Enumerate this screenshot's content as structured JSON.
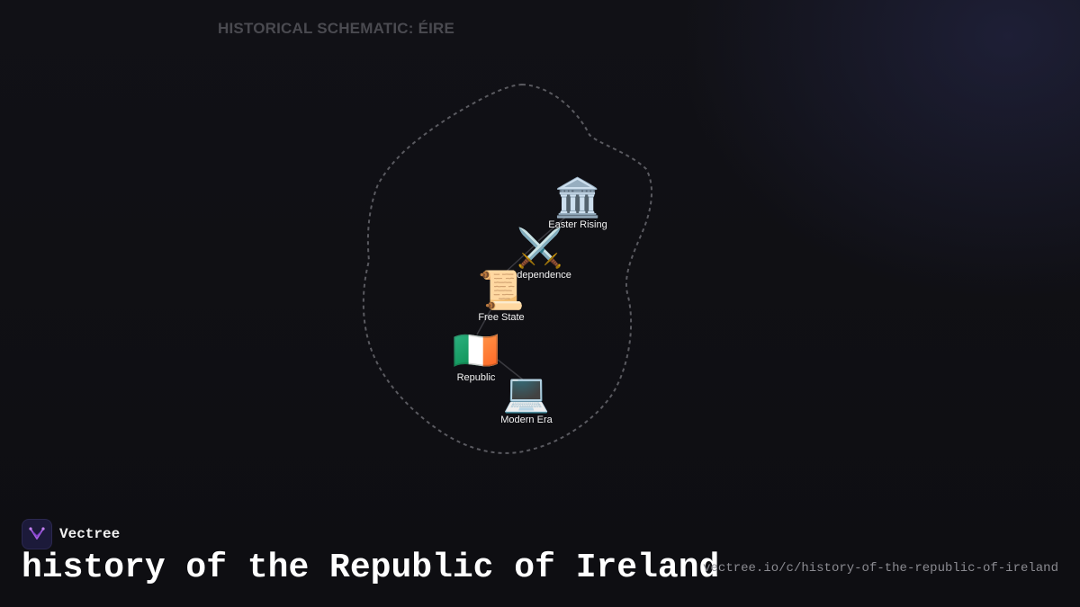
{
  "header": {
    "schematic_title": "HISTORICAL SCHEMATIC: ÉIRE"
  },
  "diagram": {
    "nodes": [
      {
        "id": "easter-rising",
        "label": "Easter Rising",
        "icon": "classical-building-icon",
        "glyph": "🏛️"
      },
      {
        "id": "independence",
        "label": "Independence",
        "icon": "crossed-swords-icon",
        "glyph": "⚔️"
      },
      {
        "id": "free-state",
        "label": "Free State",
        "icon": "scroll-icon",
        "glyph": "📜"
      },
      {
        "id": "republic",
        "label": "Republic",
        "icon": "ireland-flag-icon",
        "glyph": "🇮🇪"
      },
      {
        "id": "modern-era",
        "label": "Modern Era",
        "icon": "laptop-icon",
        "glyph": "💻"
      }
    ],
    "edges": [
      [
        "easter-rising",
        "independence"
      ],
      [
        "independence",
        "free-state"
      ],
      [
        "free-state",
        "republic"
      ],
      [
        "republic",
        "modern-era"
      ]
    ],
    "colors": {
      "outline": "#5a5a60",
      "edge": "#3a3a40",
      "label": "#f2f2f2"
    }
  },
  "footer": {
    "brand_name": "Vectree",
    "brand_icon": "vectree-logo-icon",
    "brand_accent": "#a45be0",
    "title": "history of the Republic of Ireland",
    "url": "vectree.io/c/history-of-the-republic-of-ireland"
  }
}
